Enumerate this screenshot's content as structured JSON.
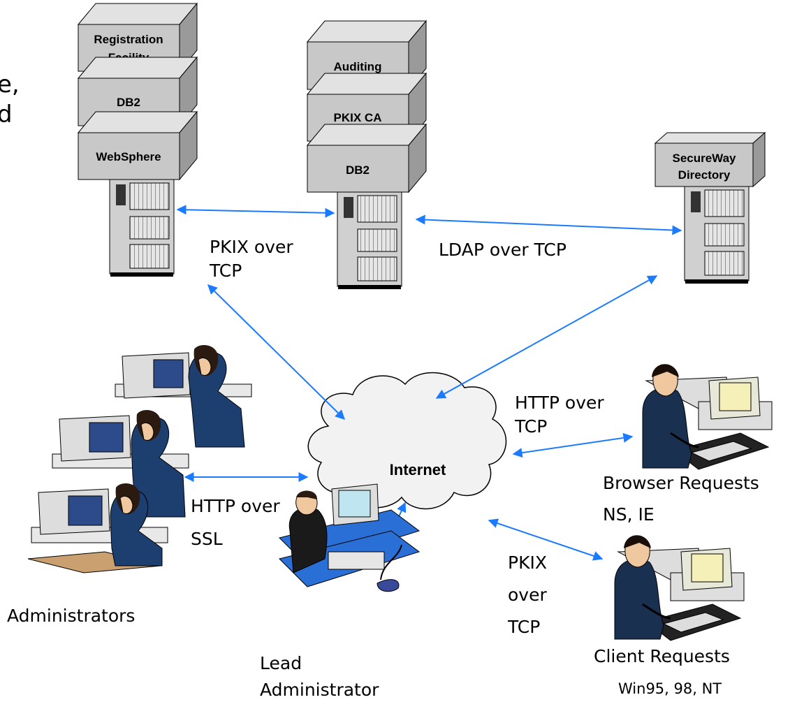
{
  "cutoff_text": {
    "line1": "e,",
    "line2": "d"
  },
  "left_stack": {
    "layers": [
      "Registration",
      "Facility",
      "DB2",
      "WebSphere"
    ]
  },
  "center_stack": {
    "layers": [
      "Auditing",
      "PKIX CA",
      "DB2"
    ]
  },
  "right_stack": {
    "layers": [
      "SecureWay",
      "Directory"
    ]
  },
  "cloud": {
    "label": "Internet"
  },
  "connections": {
    "pkix_tcp_top": [
      "PKIX over",
      "TCP"
    ],
    "ldap_tcp": "LDAP over TCP",
    "http_tcp": [
      "HTTP over",
      "TCP"
    ],
    "http_ssl": [
      "HTTP over",
      "SSL"
    ],
    "pkix_tcp_bottom": [
      "PKIX",
      "over",
      "TCP"
    ]
  },
  "clients": {
    "administrators": "Administrators",
    "lead_admin": [
      "Lead",
      "Administrator"
    ],
    "browser": [
      "Browser Requests",
      "NS, IE"
    ],
    "client": [
      "Client Requests",
      "Win95, 98, NT"
    ]
  },
  "colors": {
    "arrow": "#1a7bff",
    "box": "#c8c8c8",
    "box_top": "#e2e2e2",
    "box_side": "#9a9a9a",
    "tower": "#d0d0d0"
  }
}
